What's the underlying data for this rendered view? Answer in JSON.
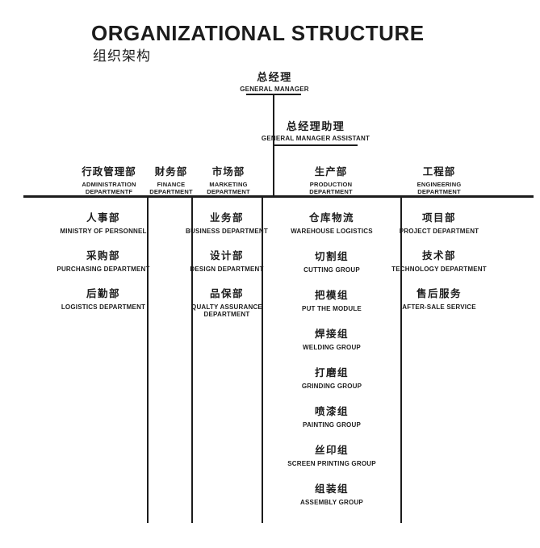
{
  "title": "ORGANIZATIONAL STRUCTURE",
  "subtitle": "组织架构",
  "colors": {
    "ink": "#1c1c1c",
    "background": "#ffffff"
  },
  "general_manager": {
    "zh": "总经理",
    "en": "GENERAL MANAGER"
  },
  "assistant": {
    "zh": "总经理助理",
    "en": "GENERAL MANAGER ASSISTANT"
  },
  "departments": [
    {
      "zh": "行政管理部",
      "en": "ADMINISTRATION DEPARTMENTF",
      "children": [
        {
          "zh": "人事部",
          "en": "MINISTRY OF PERSONNEL"
        },
        {
          "zh": "采购部",
          "en": "PURCHASING DEPARTMENT"
        },
        {
          "zh": "后勤部",
          "en": "LOGISTICS DEPARTMENT"
        }
      ]
    },
    {
      "zh": "财务部",
      "en": "FINANCE DEPARTMENT",
      "children": []
    },
    {
      "zh": "市场部",
      "en": "MARKETING DEPARTMENT",
      "children": [
        {
          "zh": "业务部",
          "en": "BUSINESS DEPARTMENT"
        },
        {
          "zh": "设计部",
          "en": "DESIGN DEPARTMENT"
        },
        {
          "zh": "品保部",
          "en": "QUALTY ASSURANCE DEPARTMENT"
        }
      ]
    },
    {
      "zh": "生产部",
      "en": "PRODUCTION DEPARTMENT",
      "children": [
        {
          "zh": "仓库物流",
          "en": "WAREHOUSE LOGISTICS"
        },
        {
          "zh": "切割组",
          "en": "CUTTING GROUP"
        },
        {
          "zh": "把模组",
          "en": "PUT THE MODULE"
        },
        {
          "zh": "焊接组",
          "en": "WELDING GROUP"
        },
        {
          "zh": "打磨组",
          "en": "GRINDING GROUP"
        },
        {
          "zh": "喷漆组",
          "en": "PAINTING GROUP"
        },
        {
          "zh": "丝印组",
          "en": "SCREEN PRINTING GROUP"
        },
        {
          "zh": "组装组",
          "en": "ASSEMBLY GROUP"
        }
      ]
    },
    {
      "zh": "工程部",
      "en": "ENGINEERING DEPARTMENT",
      "children": [
        {
          "zh": "项目部",
          "en": "PROJECT DEPARTMENT"
        },
        {
          "zh": "技术部",
          "en": "TECHNOLOGY DEPARTMENT"
        },
        {
          "zh": "售后服务",
          "en": "AFTER-SALE SERVICE"
        }
      ]
    }
  ]
}
